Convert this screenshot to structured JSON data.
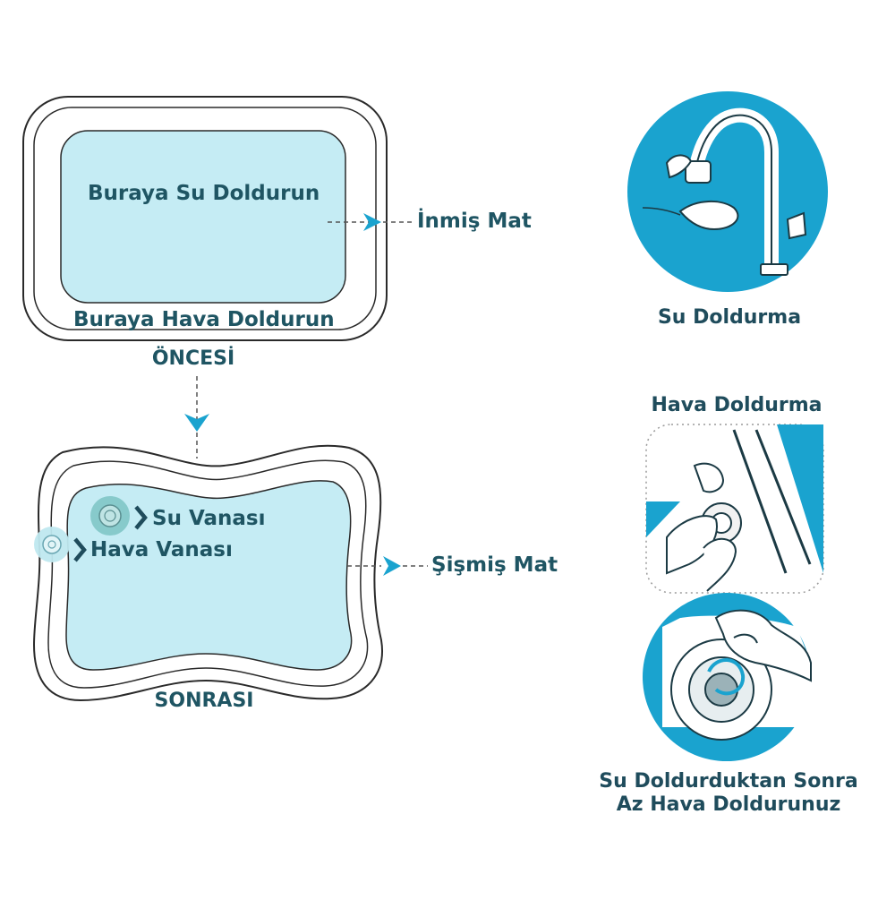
{
  "before": {
    "water_label": "Buraya Su Doldurun",
    "air_label": "Buraya Hava Doldurun",
    "caption": "ÖNCESİ",
    "pointer_label": "İnmiş Mat"
  },
  "after": {
    "water_valve_label": "Su Vanası",
    "air_valve_label": "Hava Vanası",
    "caption": "SONRASI",
    "pointer_label": "Şişmiş Mat"
  },
  "steps": {
    "water_fill": "Su Doldurma",
    "air_fill": "Hava Doldurma",
    "final_line1": "Su Doldurduktan Sonra",
    "final_line2": "Az Hava Doldurunuz"
  },
  "colors": {
    "accent": "#1aa3cf",
    "water": "#c5ecf4",
    "outline": "#2a2a2a",
    "text": "#1f5563"
  }
}
